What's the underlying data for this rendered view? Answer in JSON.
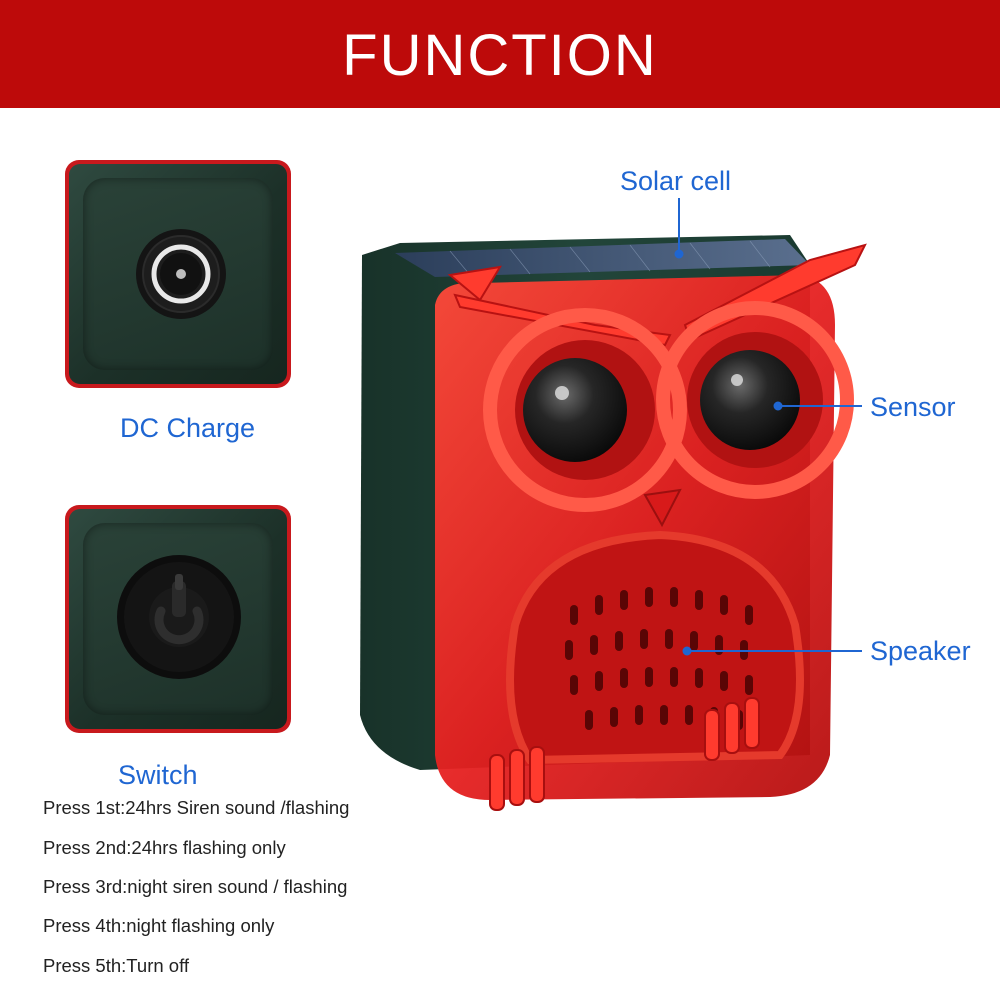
{
  "banner": {
    "title": "FUNCTION"
  },
  "labels": {
    "dc_charge": "DC Charge",
    "switch": "Switch",
    "solar_cell": "Solar cell",
    "sensor": "Sensor",
    "speaker": "Speaker"
  },
  "press_modes": [
    "Press 1st:24hrs Siren sound /flashing",
    "Press 2nd:24hrs flashing only",
    "Press 3rd:night siren sound / flashing",
    "Press 4th:night flashing only",
    "Press 5th:Turn off"
  ],
  "colors": {
    "banner": "#bd0a0a",
    "accent_blue": "#1f66d2",
    "device_green": "#1f3b32",
    "device_red": "#e01f1f"
  },
  "icons": [
    "dc-port-icon",
    "power-switch-icon",
    "owl-device-illustration"
  ]
}
